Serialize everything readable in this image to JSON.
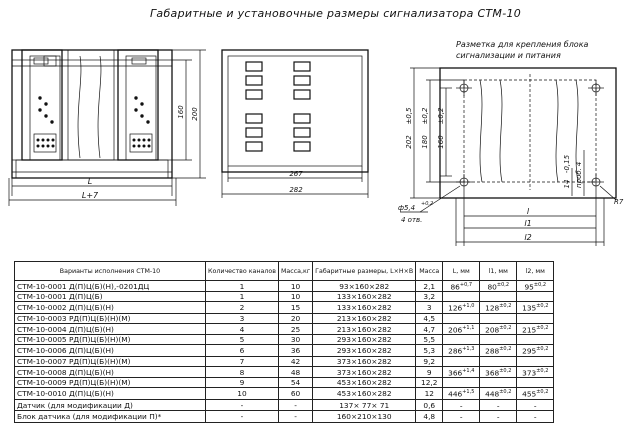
{
  "title": "Габаритные и установочные размеры сигнализатора СТМ-10",
  "views": {
    "side": {
      "dim_width": "L",
      "dim_total": "L+7",
      "dim_inner_height": "160",
      "dim_height": "200"
    },
    "top": {
      "dim_inner": "267",
      "dim_total": "282"
    },
    "mounting": {
      "caption_line1": "Разметка для крепления блока",
      "caption_line2": "сигнализации и питания",
      "dim_h1": "202",
      "dim_h1_tol": "±0,5",
      "dim_h2": "180",
      "dim_h2_tol": "±0,2",
      "dim_h3": "160",
      "dim_h3_tol": "±0,2",
      "dim_14": "14",
      "dim_14_tol": "-0,15",
      "dim_4": "4",
      "dim_4_note": "проб.",
      "dim_hole": "ф5,4",
      "dim_hole_tol": "+0,2",
      "dim_holes_count": "4 отв.",
      "dim_r": "R7",
      "dim_l1": "l",
      "dim_l2": "l1",
      "dim_l3": "l2"
    }
  },
  "table": {
    "headers": [
      "Варианты исполнения СТМ-10",
      "Количество каналов",
      "Масса,кг",
      "Габаритные размеры, L×H×B",
      "Масса",
      "L, мм",
      "l1, мм",
      "l2, мм"
    ],
    "rows": [
      [
        "СТМ-10-0001 Д(П)Ц(Б)(Н),-0201ДЦ",
        "1",
        "10",
        "93×160×282",
        "2,1",
        "86",
        "+0,7",
        "80",
        "±0,2",
        "95",
        "±0,2"
      ],
      [
        "СТМ-10-0001 Д(П)Ц(Б)",
        "1",
        "10",
        "133×160×282",
        "3,2",
        "",
        "",
        "",
        "",
        "",
        ""
      ],
      [
        "СТМ-10-0002 Д(П)Ц(Б)(Н)",
        "2",
        "15",
        "133×160×282",
        "3",
        "126",
        "+1,0",
        "128",
        "±0,2",
        "135",
        "±0,2"
      ],
      [
        "СТМ-10-0003 РД(П)Ц(Б)(Н)(М)",
        "3",
        "20",
        "213×160×282",
        "4,5",
        "",
        "",
        "",
        "",
        "",
        ""
      ],
      [
        "СТМ-10-0004 Д(П)Ц(Б)(Н)",
        "4",
        "25",
        "213×160×282",
        "4,7",
        "206",
        "+1,1",
        "208",
        "±0,2",
        "215",
        "±0,2"
      ],
      [
        "СТМ-10-0005 РД(П)Ц(Б)(Н)(М)",
        "5",
        "30",
        "293×160×282",
        "5,5",
        "",
        "",
        "",
        "",
        "",
        ""
      ],
      [
        "СТМ-10-0006 Д(П)Ц(Б)(Н)",
        "6",
        "36",
        "293×160×282",
        "5,3",
        "286",
        "+1,3",
        "288",
        "±0,2",
        "295",
        "±0,2"
      ],
      [
        "СТМ-10-0007 РД(П)Ц(Б)(Н)(М)",
        "7",
        "42",
        "373×160×282",
        "9,2",
        "",
        "",
        "",
        "",
        "",
        ""
      ],
      [
        "СТМ-10-0008 Д(П)Ц(Б)(Н)",
        "8",
        "48",
        "373×160×282",
        "9",
        "366",
        "+1,4",
        "368",
        "±0,2",
        "373",
        "±0,2"
      ],
      [
        "СТМ-10-0009 РД(П)Ц(Б)(Н)(М)",
        "9",
        "54",
        "453×160×282",
        "12,2",
        "",
        "",
        "",
        "",
        "",
        ""
      ],
      [
        "СТМ-10-0010 Д(П)Ц(Б)(Н)",
        "10",
        "60",
        "453×160×282",
        "12",
        "446",
        "+1,5",
        "448",
        "±0,2",
        "455",
        "±0,2"
      ],
      [
        "Датчик (для модификации Д)",
        "-",
        "-",
        "137× 77× 71",
        "0,6",
        "-",
        "",
        "-",
        "",
        "-",
        ""
      ],
      [
        "Блок датчика (для модификации П)*",
        "-",
        "-",
        "160×210×130",
        "4,8",
        "-",
        "",
        "-",
        "",
        "-",
        ""
      ]
    ]
  }
}
